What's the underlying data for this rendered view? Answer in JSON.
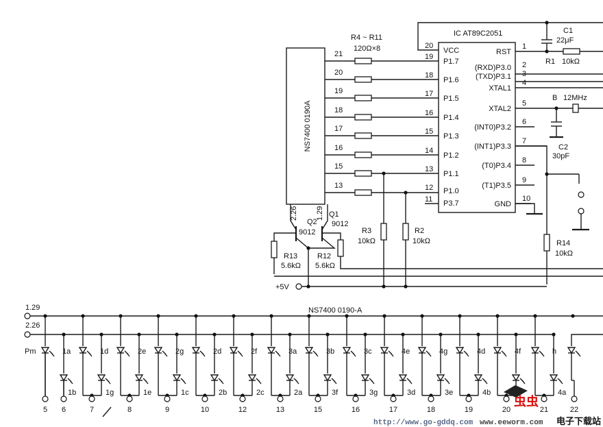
{
  "module": {
    "name": "NS7400 0190A",
    "pins": [
      "21",
      "20",
      "19",
      "18",
      "17",
      "16",
      "15",
      "13"
    ],
    "bottom_pins": [
      "2.26",
      "1.29"
    ]
  },
  "resistor_array": {
    "label": "R4 ~ R11",
    "value": "120Ω×8"
  },
  "ic": {
    "title": "IC  AT89C2051",
    "left_pins": [
      {
        "num": "20",
        "name": "VCC"
      },
      {
        "num": "19",
        "name": "P1.7"
      },
      {
        "num": "18",
        "name": "P1.6"
      },
      {
        "num": "17",
        "name": "P1.5"
      },
      {
        "num": "16",
        "name": "P1.4"
      },
      {
        "num": "15",
        "name": "P1.3"
      },
      {
        "num": "14",
        "name": "P1.2"
      },
      {
        "num": "13",
        "name": "P1.1"
      },
      {
        "num": "12",
        "name": "P1.0"
      },
      {
        "num": "11",
        "name": "P3.7"
      }
    ],
    "right_pins": [
      {
        "num": "1",
        "name": "RST"
      },
      {
        "num": "2",
        "name": "(RXD)P3.0"
      },
      {
        "num": "3",
        "name": "(TXD)P3.1"
      },
      {
        "num": "4",
        "name": "XTAL1"
      },
      {
        "num": "5",
        "name": "XTAL2"
      },
      {
        "num": "6",
        "name": "(INT0)P3.2"
      },
      {
        "num": "7",
        "name": "(INT1)P3.3"
      },
      {
        "num": "8",
        "name": "(T0)P3.4"
      },
      {
        "num": "9",
        "name": "(T1)P3.5"
      },
      {
        "num": "10",
        "name": "GND"
      }
    ]
  },
  "components": {
    "c1": {
      "name": "C1",
      "value": "22μF"
    },
    "r1": {
      "name": "R1",
      "value": "10kΩ"
    },
    "crystal": {
      "name": "B",
      "value": "12MHz"
    },
    "c2": {
      "name": "C2",
      "value": "30pF"
    },
    "r14": {
      "name": "R14",
      "value": "10kΩ"
    },
    "r3": {
      "name": "R3",
      "value": "10kΩ"
    },
    "r2": {
      "name": "R2",
      "value": "10kΩ"
    },
    "q2": {
      "name": "Q2",
      "value": "9012"
    },
    "q1": {
      "name": "Q1",
      "value": "9012"
    },
    "r13": {
      "name": "R13",
      "value": "5.6kΩ"
    },
    "r12": {
      "name": "R12",
      "value": "5.6kΩ"
    },
    "supply": "+5V"
  },
  "display": {
    "title": "NS7400  0190-A",
    "bus_a": "1.29",
    "bus_b": "2.26",
    "top_leds": [
      "Pm",
      "1a",
      "1d",
      "2e",
      "2g",
      "2d",
      "2f",
      "3a",
      "3b",
      "3c",
      "4e",
      "4g",
      "4d",
      "4f",
      "h"
    ],
    "bottom_leds": [
      "1b",
      "1g",
      "1e",
      "1c",
      "2b",
      "2c",
      "2a",
      "3f",
      "3g",
      "3d",
      "3e",
      "4b",
      "",
      "4a"
    ],
    "pins": [
      "5",
      "6",
      "7",
      "8",
      "9",
      "10",
      "12",
      "13",
      "15",
      "16",
      "17",
      "18",
      "19",
      "20",
      "21",
      "22"
    ]
  },
  "watermark": {
    "logo": "虫虫",
    "site": "电子下载站",
    "url1": "http://www.go-gddq.com",
    "url2": "www.eeworm.com"
  }
}
